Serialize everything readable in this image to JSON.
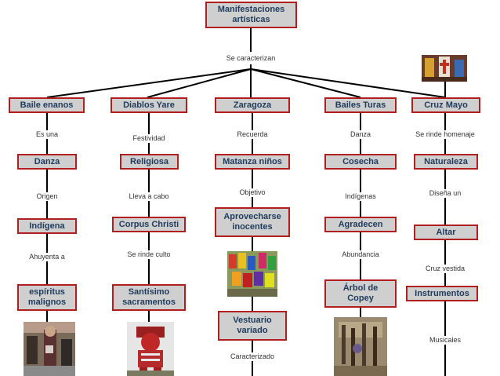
{
  "root": {
    "label": "Manifestaciones\nartísticas"
  },
  "root_link": "Se caracterizan",
  "columns": [
    {
      "title": "Baile enanos",
      "l1": "Es una",
      "n1": "Danza",
      "l2": "Origen",
      "n2": "Indígena",
      "l3": "Ahuyenta a",
      "n3": "espíritus\nmalignos"
    },
    {
      "title": "Diablos Yare",
      "l1": "Festividad",
      "n1": "Religiosa",
      "l2": "Lleva a cabo",
      "n2": "Corpus Christi",
      "l3": "Se rinde culto",
      "n3": "Santísimo\nsacramentos"
    },
    {
      "title": "Zaragoza",
      "l1": "Recuerda",
      "n1": "Matanza niños",
      "l2": "Objetivo",
      "n2": "Aprovecharse\ninocentes",
      "n3": "Vestuario\nvariado",
      "l4": "Caracterizado"
    },
    {
      "title": "Bailes Turas",
      "l1": "Danza",
      "n1": "Cosecha",
      "l2": "Indígenas",
      "n2": "Agradecen",
      "l3": "Abundancia",
      "n3": "Árbol de\nCopey"
    },
    {
      "title": "Cruz Mayo",
      "l1": "Se rinde homenaje",
      "n1": "Naturaleza",
      "l2": "Diseña un",
      "n2": "Altar",
      "l3": "Cruz  vestida",
      "n3": "Instrumentos",
      "l4": "Musicales"
    }
  ],
  "colors": {
    "node_fill": "#cfcfcf",
    "node_border": "#b01e1e",
    "node_text": "#1f3b5c",
    "line": "#000000"
  }
}
